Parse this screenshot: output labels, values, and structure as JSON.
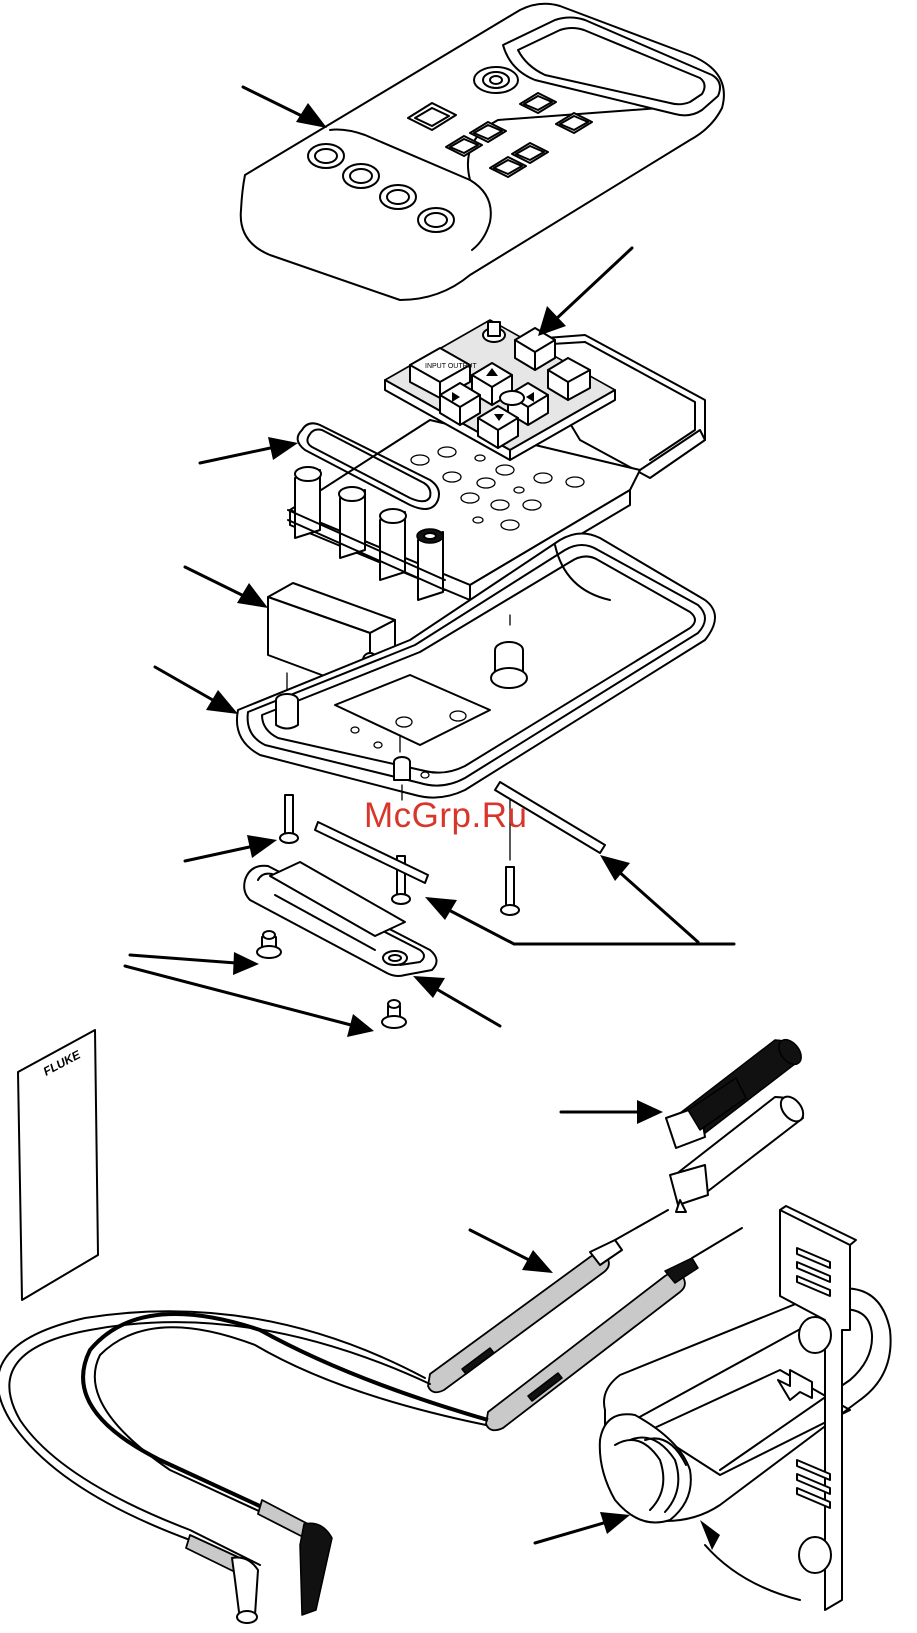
{
  "watermark": "McGrp.Ru",
  "manual_brand": "FLUKE",
  "keypad_label": "INPUT OUTPUT",
  "icons": [
    "callout-arrow",
    "multimeter-case",
    "keypad",
    "battery",
    "test-leads",
    "alligator-clips",
    "tilt-stand"
  ]
}
